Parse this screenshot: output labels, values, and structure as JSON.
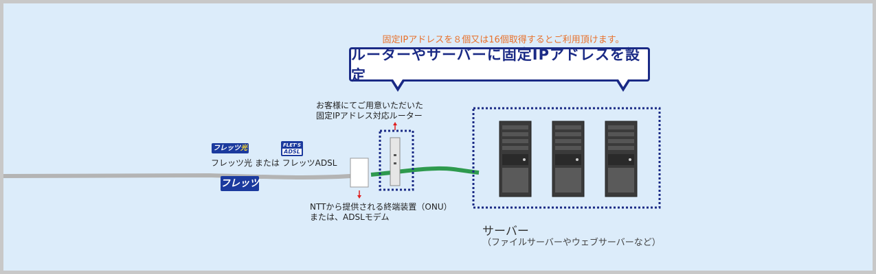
{
  "note": "固定IPアドレスを８個又は16個取得するとご利用頂けます。",
  "callout": "ルーターやサーバーに固定IPアドレスを設定",
  "router_label": [
    "お客様にてご用意いただいた",
    "固定IPアドレス対応ルーター"
  ],
  "onu_label": [
    "NTTから提供される終端装置（ONU）",
    "または、ADSLモデム"
  ],
  "line_label": "フレッツ光 または フレッツADSL",
  "logos": {
    "hikari": "フレッツ",
    "hikari_mark": "光",
    "adsl_top": "FLET'S",
    "adsl_bottom": "ADSL",
    "flets": "フレッツ"
  },
  "servers": {
    "label": "サーバー",
    "sublabel": "（ファイルサーバーやウェブサーバーなど）"
  },
  "colors": {
    "navy": "#1a2a85",
    "accent_orange": "#e8702a",
    "green_cable": "#2e9a4e",
    "gray_line": "#b4b4b4",
    "arrow_red": "#e02020"
  }
}
